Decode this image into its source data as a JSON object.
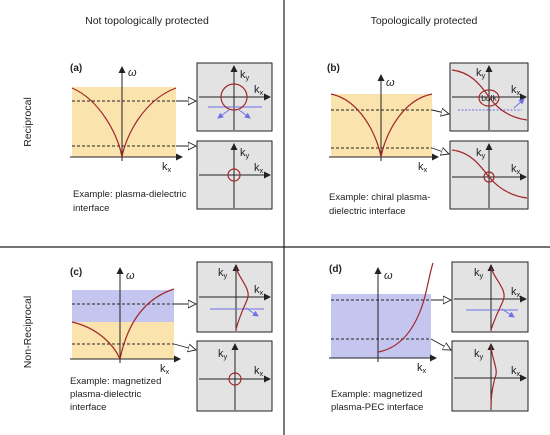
{
  "columns": {
    "left": "Not topologically protected",
    "right": "Topologically protected"
  },
  "rows": {
    "top": "Reciprocal",
    "bottom": "Non-Reciprocal"
  },
  "panels": {
    "a": {
      "label": "(a)",
      "example": [
        "Example:  plasma-dielectric",
        "interface"
      ]
    },
    "b": {
      "label": "(b)",
      "example": [
        "Example:  chiral plasma-",
        "dielectric interface"
      ],
      "bulk": "bulk"
    },
    "c": {
      "label": "(c)",
      "example": [
        "Example:  magnetized",
        "plasma-dielectric",
        "interface"
      ]
    },
    "d": {
      "label": "(d)",
      "example": [
        "Example:  magnetized",
        "plasma-PEC interface"
      ]
    }
  },
  "axis": {
    "omega": "ω",
    "k": "k",
    "x": "x",
    "y": "y"
  },
  "colors": {
    "band_yellow": "#fbe3ae",
    "band_blue": "#c5c6ef",
    "inset_bg": "#e3e3e3",
    "curve": "#a0282c",
    "guide": "#6f6fe6",
    "axis": "#222222",
    "divider": "#222222"
  }
}
